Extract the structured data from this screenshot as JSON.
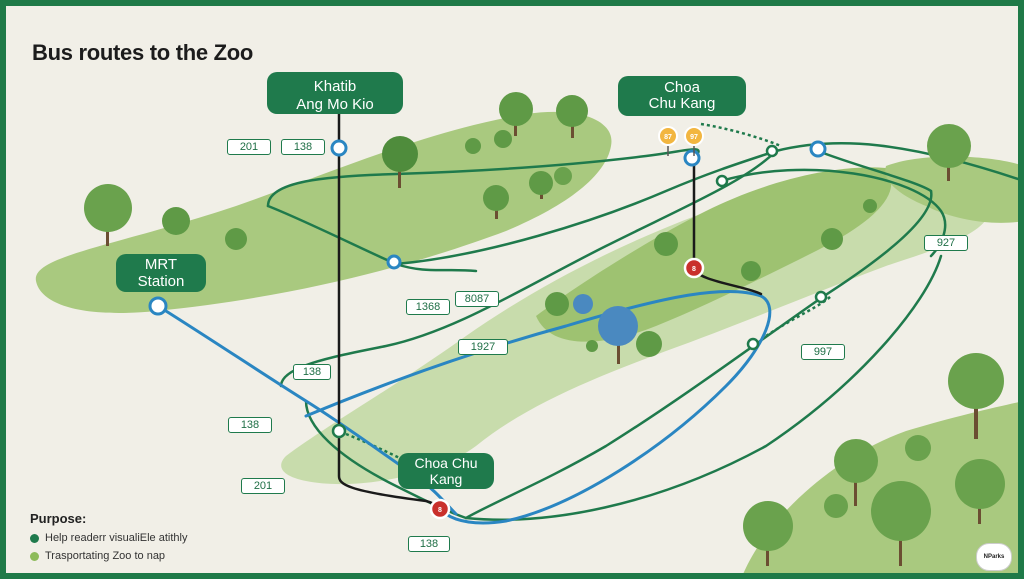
{
  "title": "Bus routes to the Zoo",
  "stops": {
    "khatib": {
      "line1": "Khatib",
      "line2": "Ang Mo Kio"
    },
    "choa_top": {
      "line1": "Choa",
      "line2": "Chu Kang"
    },
    "mrt": {
      "line1": "MRT",
      "line2": "Station"
    },
    "choa_bottom": {
      "line1": "Choa Chu",
      "line2": "Kang"
    }
  },
  "route_tags": [
    "201",
    "138",
    "927",
    "1368",
    "8087",
    "1927",
    "138",
    "138",
    "201",
    "997",
    "138"
  ],
  "pin_labels": [
    "87",
    "97",
    "8"
  ],
  "purpose": {
    "title": "Purpose:",
    "items": [
      "Help readerr visualiEle atithly",
      "Trasportating Zoo to nap"
    ],
    "dot_colors": [
      "#1f7a4c",
      "#8dbb5a"
    ]
  },
  "badge": "NParks",
  "colors": {
    "route_green": "#1f7a4c",
    "route_blue": "#2a86c2",
    "route_black": "#1a1a1a",
    "land": "#a9c97f",
    "land_light": "#c8dcac"
  }
}
